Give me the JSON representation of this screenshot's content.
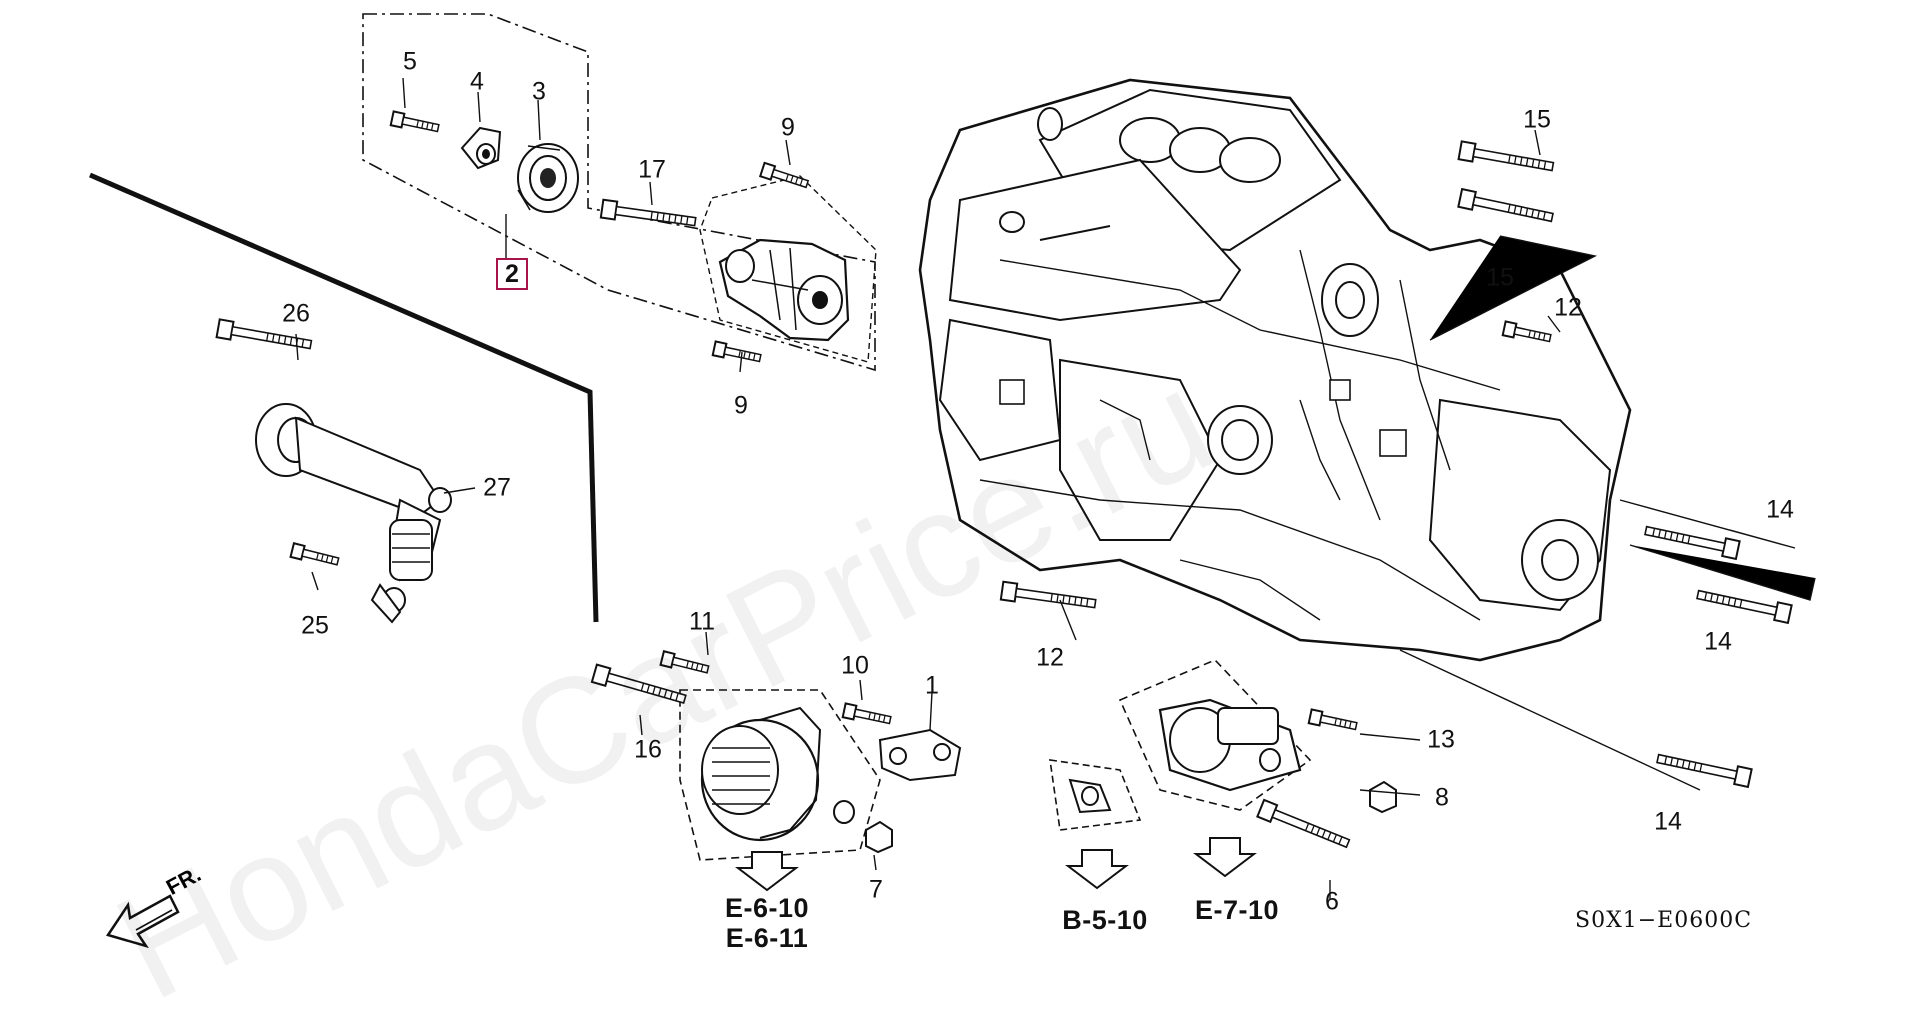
{
  "diagram": {
    "code": "S0X1−E0600C",
    "watermark": "HondaCarPrice.ru",
    "fr_label": "FR.",
    "boxed_part": "2",
    "callouts": {
      "c1": "1",
      "c3": "3",
      "c4": "4",
      "c5": "5",
      "c6": "6",
      "c7": "7",
      "c8": "8",
      "c9a": "9",
      "c9b": "9",
      "c10": "10",
      "c11": "11",
      "c12a": "12",
      "c12b": "12",
      "c13": "13",
      "c14a": "14",
      "c14b": "14",
      "c14c": "14",
      "c15a": "15",
      "c15b": "15",
      "c16": "16",
      "c17": "17",
      "c25": "25",
      "c26": "26",
      "c27": "27"
    },
    "references": {
      "e610": "E-6-10",
      "e611": "E-6-11",
      "b510": "B-5-10",
      "e710": "E-7-10"
    },
    "icons": [
      "fr-arrow-icon",
      "ref-arrow-icon"
    ]
  }
}
